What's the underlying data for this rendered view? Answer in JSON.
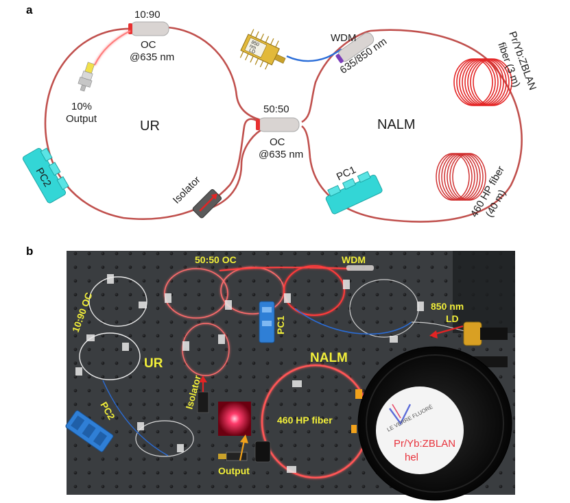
{
  "panel_a": {
    "label": "a",
    "oc1_ratio": "10:90",
    "oc1_name": "OC",
    "oc1_wavelength": "@635 nm",
    "output_percent": "10%",
    "output_label": "Output",
    "ur_label": "UR",
    "pc2_label": "PC2",
    "isolator_label": "Isolator",
    "oc2_ratio": "50:50",
    "oc2_name": "OC",
    "oc2_wavelength": "@635 nm",
    "ld_line1": "850",
    "ld_line2": "nm",
    "ld_line3": "LD",
    "wdm_label": "WDM",
    "wdm_wavelengths": "635/850 nm",
    "nalm_label": "NALM",
    "fiber1_line1": "Pr/Yb:ZBLAN",
    "fiber1_line2": "fiber (3 m)",
    "fiber2_line1": "460 HP fiber",
    "fiber2_line2": "(40 m)",
    "pc1_label": "PC1"
  },
  "panel_b": {
    "label": "b",
    "oc_5050": "50:50 OC",
    "wdm": "WDM",
    "oc_1090": "10:90 OC",
    "pc1": "PC1",
    "ld_line1": "850 nm",
    "ld_line2": "LD",
    "ur": "UR",
    "nalm": "NALM",
    "isolator": "Isolator",
    "pc2": "PC2",
    "hp_fiber": "460 HP fiber",
    "output": "Output",
    "spool_line1": "Pr/Yb:ZBLAN",
    "spool_line2": "hel",
    "spool_brand": "LE VERRE FLUORÉ"
  },
  "colors": {
    "fiber": "#c0504d",
    "bright_fiber": "#ff2d2d",
    "component_cyan": "#33d6d6",
    "photo_label": "#f2ef3a",
    "arrow_red": "#e8323c",
    "arrow_orange": "#f2a21b",
    "table": "#3a3d40"
  },
  "icons": [
    "fiber-coupler-icon",
    "polarization-controller-icon",
    "isolator-icon",
    "laser-diode-icon",
    "wdm-icon",
    "fiber-coil-icon",
    "output-connector-icon"
  ]
}
